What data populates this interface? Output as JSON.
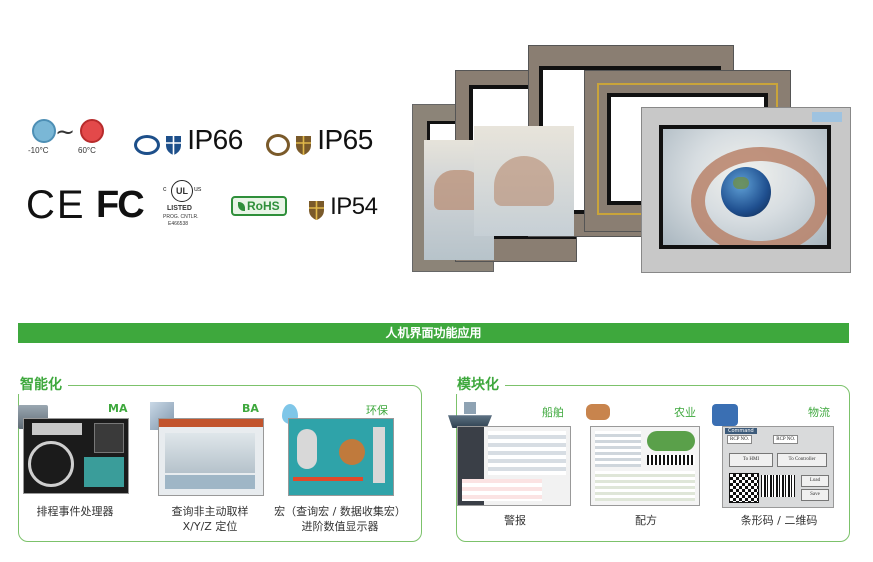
{
  "certifications": {
    "temp_low": "-10°C",
    "temp_high": "60°C",
    "ip66": "IP66",
    "ip65": "IP65",
    "ce": "CE",
    "fc": "FC",
    "ul_mark": "UL",
    "ul_c": "c",
    "ul_us": "us",
    "ul_listed": "LISTED",
    "ul_line2": "PROG. CNTLR.",
    "ul_line3": "E466538",
    "rohs": "RoHS",
    "ip54": "IP54"
  },
  "banner": {
    "title": "人机界面功能应用"
  },
  "smart": {
    "title": "智能化",
    "items": [
      {
        "tag": "MA",
        "caption": "排程事件处理器"
      },
      {
        "tag": "BA",
        "caption_line1": "查询非主动取样",
        "caption_line2": "X/Y/Z 定位"
      },
      {
        "tag": "环保",
        "caption_line1": "宏（查询宏 / 数据收集宏）",
        "caption_line2": "进阶数值显示器"
      }
    ]
  },
  "modular": {
    "title": "模块化",
    "items": [
      {
        "tag": "船舶",
        "caption": "警报"
      },
      {
        "tag": "农业",
        "caption": "配方"
      },
      {
        "tag": "物流",
        "caption": "条形码 / 二维码"
      }
    ],
    "logistics_screen": {
      "title": "Command",
      "field1": "RCP NO.",
      "field2": "RCP NO.",
      "btn_hmi": "To HMI",
      "btn_controller": "To Controller",
      "btn_load": "Load",
      "btn_save": "Save"
    }
  },
  "colors": {
    "brand_green": "#3ea83d",
    "border_green": "#7cc26b"
  }
}
